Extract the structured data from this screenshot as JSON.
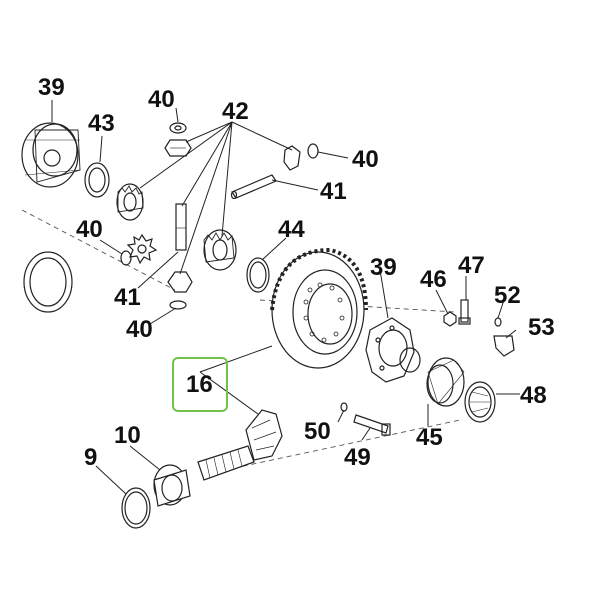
{
  "diagram": {
    "highlight_color": "#72c24a",
    "highlighted_part": "16",
    "callouts": {
      "c39a": "39",
      "c43": "43",
      "c40a": "40",
      "c42": "42",
      "c40b": "40",
      "c41a": "41",
      "c40c": "40",
      "c44": "44",
      "c41b": "41",
      "c40d": "40",
      "c39b": "39",
      "c46": "46",
      "c47": "47",
      "c52": "52",
      "c53": "53",
      "c16": "16",
      "c48": "48",
      "c50": "50",
      "c45": "45",
      "c10": "10",
      "c9": "9",
      "c49": "49"
    }
  }
}
